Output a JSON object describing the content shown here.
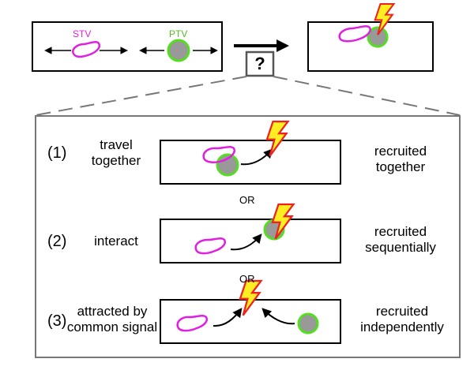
{
  "colors": {
    "stv": "#e020e0",
    "ptv_ring": "#55dd22",
    "vesicle_fill": "#999999",
    "bolt_fill": "#ffee22",
    "bolt_stroke": "#ee2222",
    "frame_stroke": "#777777"
  },
  "top": {
    "stv_label": "STV",
    "ptv_label": "PTV",
    "question_mark": "?"
  },
  "scenarios": [
    {
      "number": "(1)",
      "left": [
        "travel",
        "together"
      ],
      "right": [
        "recruited",
        "together"
      ]
    },
    {
      "number": "(2)",
      "left": [
        "interact"
      ],
      "right": [
        "recruited",
        "sequentially"
      ]
    },
    {
      "number": "(3)",
      "left": [
        "attracted by",
        "common signal"
      ],
      "right": [
        "recruited",
        "independently"
      ]
    }
  ],
  "separators": [
    "OR",
    "OR"
  ],
  "icons": [
    "lightning-bolt-icon",
    "arrow-icon",
    "question-mark-icon"
  ]
}
